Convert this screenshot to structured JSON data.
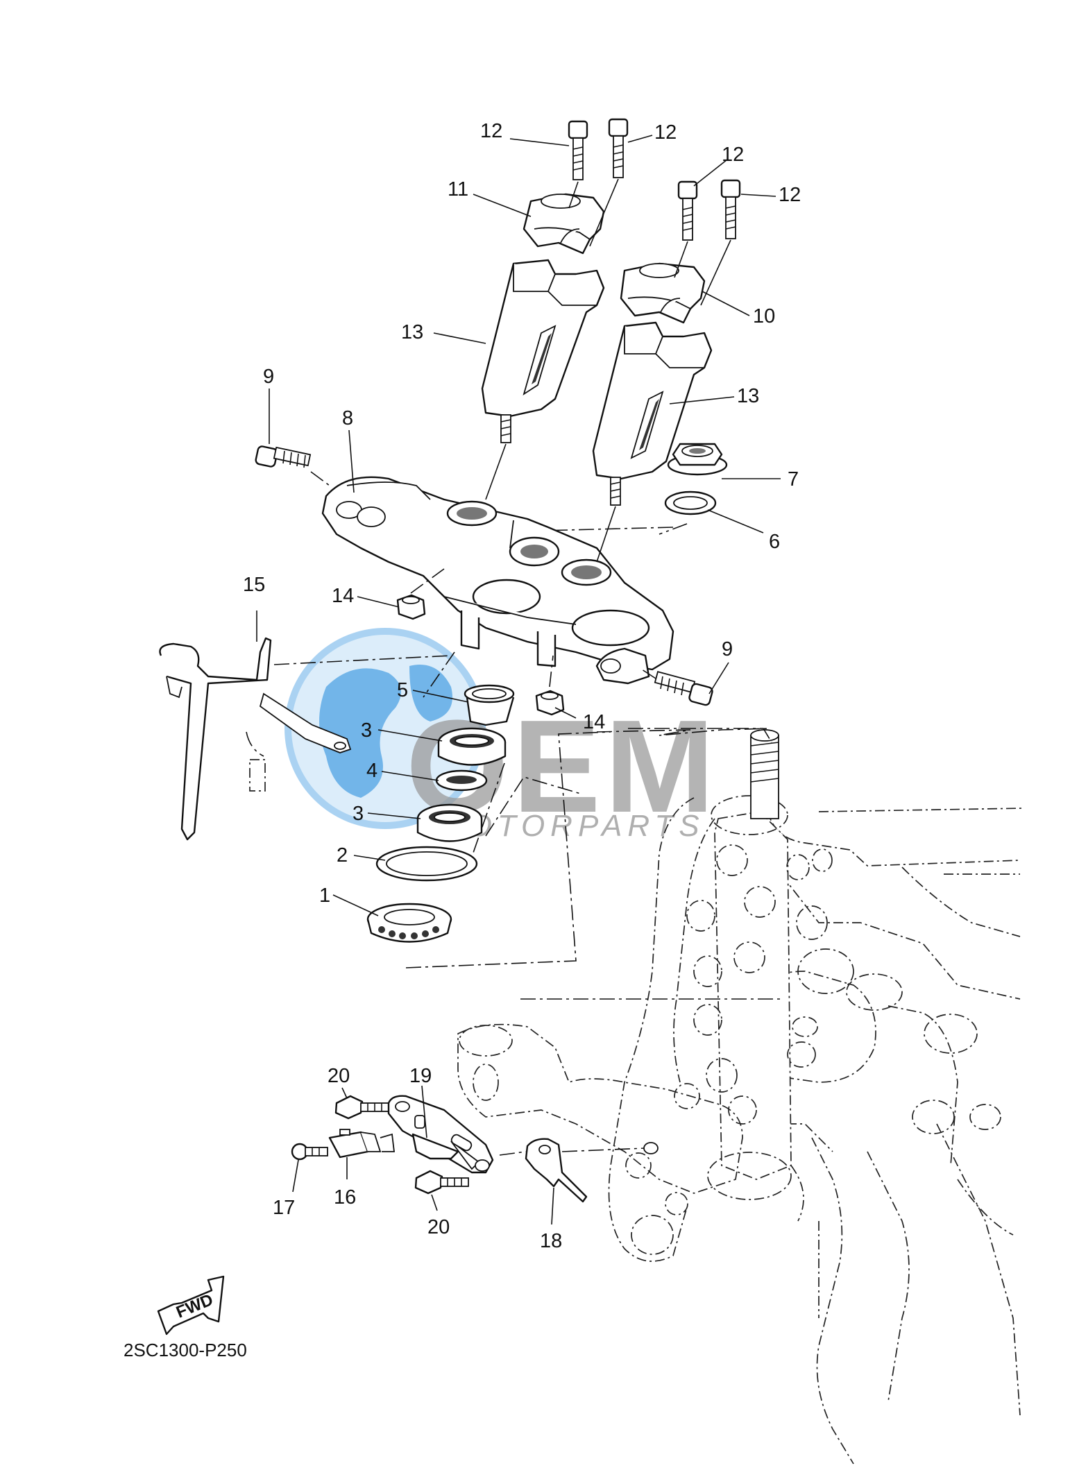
{
  "diagram": {
    "code": "2SC1300-P250",
    "fwd_label": "FWD",
    "watermark": {
      "main": "OEM",
      "sub": "MOTORPARTS",
      "globe_color": "#5aa9e6",
      "text_color": "#8a8a8a"
    },
    "callouts": [
      {
        "id": "c1",
        "label": "1"
      },
      {
        "id": "c2",
        "label": "2"
      },
      {
        "id": "c3a",
        "label": "3"
      },
      {
        "id": "c3b",
        "label": "3"
      },
      {
        "id": "c4",
        "label": "4"
      },
      {
        "id": "c5",
        "label": "5"
      },
      {
        "id": "c6",
        "label": "6"
      },
      {
        "id": "c7",
        "label": "7"
      },
      {
        "id": "c8",
        "label": "8"
      },
      {
        "id": "c9a",
        "label": "9"
      },
      {
        "id": "c9b",
        "label": "9"
      },
      {
        "id": "c10",
        "label": "10"
      },
      {
        "id": "c11",
        "label": "11"
      },
      {
        "id": "c12a",
        "label": "12"
      },
      {
        "id": "c12b",
        "label": "12"
      },
      {
        "id": "c12c",
        "label": "12"
      },
      {
        "id": "c12d",
        "label": "12"
      },
      {
        "id": "c13a",
        "label": "13"
      },
      {
        "id": "c13b",
        "label": "13"
      },
      {
        "id": "c14a",
        "label": "14"
      },
      {
        "id": "c14b",
        "label": "14"
      },
      {
        "id": "c15",
        "label": "15"
      },
      {
        "id": "c16",
        "label": "16"
      },
      {
        "id": "c17",
        "label": "17"
      },
      {
        "id": "c18",
        "label": "18"
      },
      {
        "id": "c19",
        "label": "19"
      },
      {
        "id": "c20a",
        "label": "20"
      },
      {
        "id": "c20b",
        "label": "20"
      }
    ]
  }
}
